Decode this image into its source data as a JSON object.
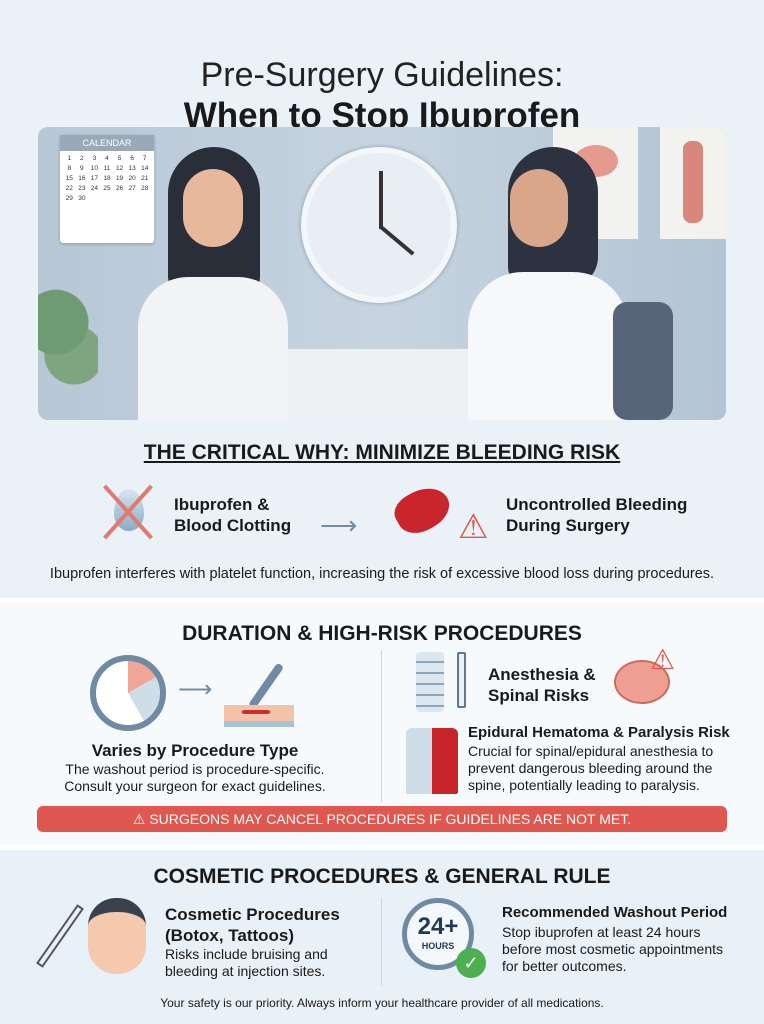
{
  "title": {
    "line1": "Pre-Surgery Guidelines:",
    "line2": "When to Stop Ibuprofen"
  },
  "scene": {
    "calendar_label": "CALENDAR",
    "calendar_days": [
      "1",
      "2",
      "3",
      "4",
      "5",
      "6",
      "7",
      "8",
      "9",
      "10",
      "11",
      "12",
      "13",
      "14",
      "15",
      "16",
      "17",
      "18",
      "19",
      "20",
      "21",
      "22",
      "23",
      "24",
      "25",
      "26",
      "27",
      "28",
      "29",
      "30"
    ]
  },
  "why": {
    "heading": "THE CRITICAL WHY: MINIMIZE BLEEDING RISK",
    "left_label": "Ibuprofen & Blood Clotting",
    "right_label": "Uncontrolled Bleeding During Surgery",
    "description": "Ibuprofen interferes with platelet function, increasing the risk of excessive blood loss during procedures."
  },
  "duration": {
    "heading": "DURATION & HIGH-RISK PROCEDURES",
    "varies_title": "Varies by Procedure Type",
    "varies_text": "The washout period is procedure-specific. Consult your surgeon for exact guidelines.",
    "anesthesia_title": "Anesthesia & Spinal Risks",
    "epidural_title": "Epidural Hematoma & Paralysis Risk",
    "epidural_text": "Crucial for spinal/epidural anesthesia to prevent dangerous bleeding around the spine, potentially leading to paralysis.",
    "warning": "SURGEONS MAY CANCEL PROCEDURES IF GUIDELINES ARE NOT MET."
  },
  "cosmetic": {
    "heading": "COSMETIC PROCEDURES & GENERAL RULE",
    "title": "Cosmetic Procedures (Botox, Tattoos)",
    "text": "Risks include bruising and bleeding at injection sites.",
    "badge_number": "24+",
    "badge_unit": "HOURS",
    "washout_title": "Recommended Washout Period",
    "washout_text": "Stop ibuprofen at least 24 hours before most cosmetic appointments for better outcomes."
  },
  "footer": "Your safety is our priority. Always inform your healthcare provider of all medications.",
  "colors": {
    "accent_red": "#e0574f",
    "blue": "#5b7a95",
    "bg": "#eaf2f8"
  }
}
